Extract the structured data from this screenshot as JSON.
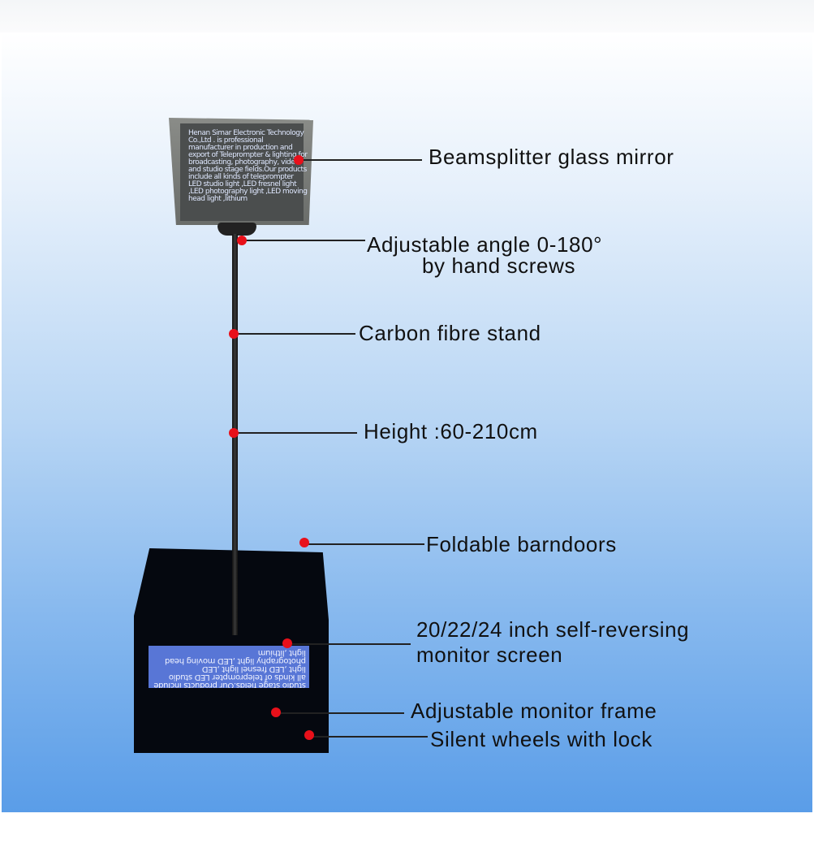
{
  "mirror_text": "Henan Simar Electronic Technology Co.,Ltd . is professional manufacturer  in production and export of Teleprompter & lighting for broadcasting, photography, video and studio  stage fields.Our products include all kinds of teleprompter  LED studio light ,LED fresnel light ,LED photography light ,LED moving head light ,lithium",
  "screen_text": "export of Teleprompter & lighting for broadcasting, photography, video and studio  stage fields.Our products include all kinds of teleprompter  LED studio light ,LED fresnel light ,LED photography light ,LED moving head light ,lithium",
  "callouts": [
    {
      "label": "Beamsplitter glass mirror"
    },
    {
      "label": "Adjustable angle 0-180°",
      "label2": "by hand screws"
    },
    {
      "label": "Carbon fibre stand"
    },
    {
      "label": "Height :60-210cm"
    },
    {
      "label": "Foldable barndoors"
    },
    {
      "label": "20/22/24 inch self-reversing",
      "label2": "monitor screen"
    },
    {
      "label": "Adjustable monitor frame"
    },
    {
      "label": "Silent wheels with lock"
    }
  ],
  "colors": {
    "dot": "#e8101a",
    "background_bottom": "#5a9de8"
  }
}
